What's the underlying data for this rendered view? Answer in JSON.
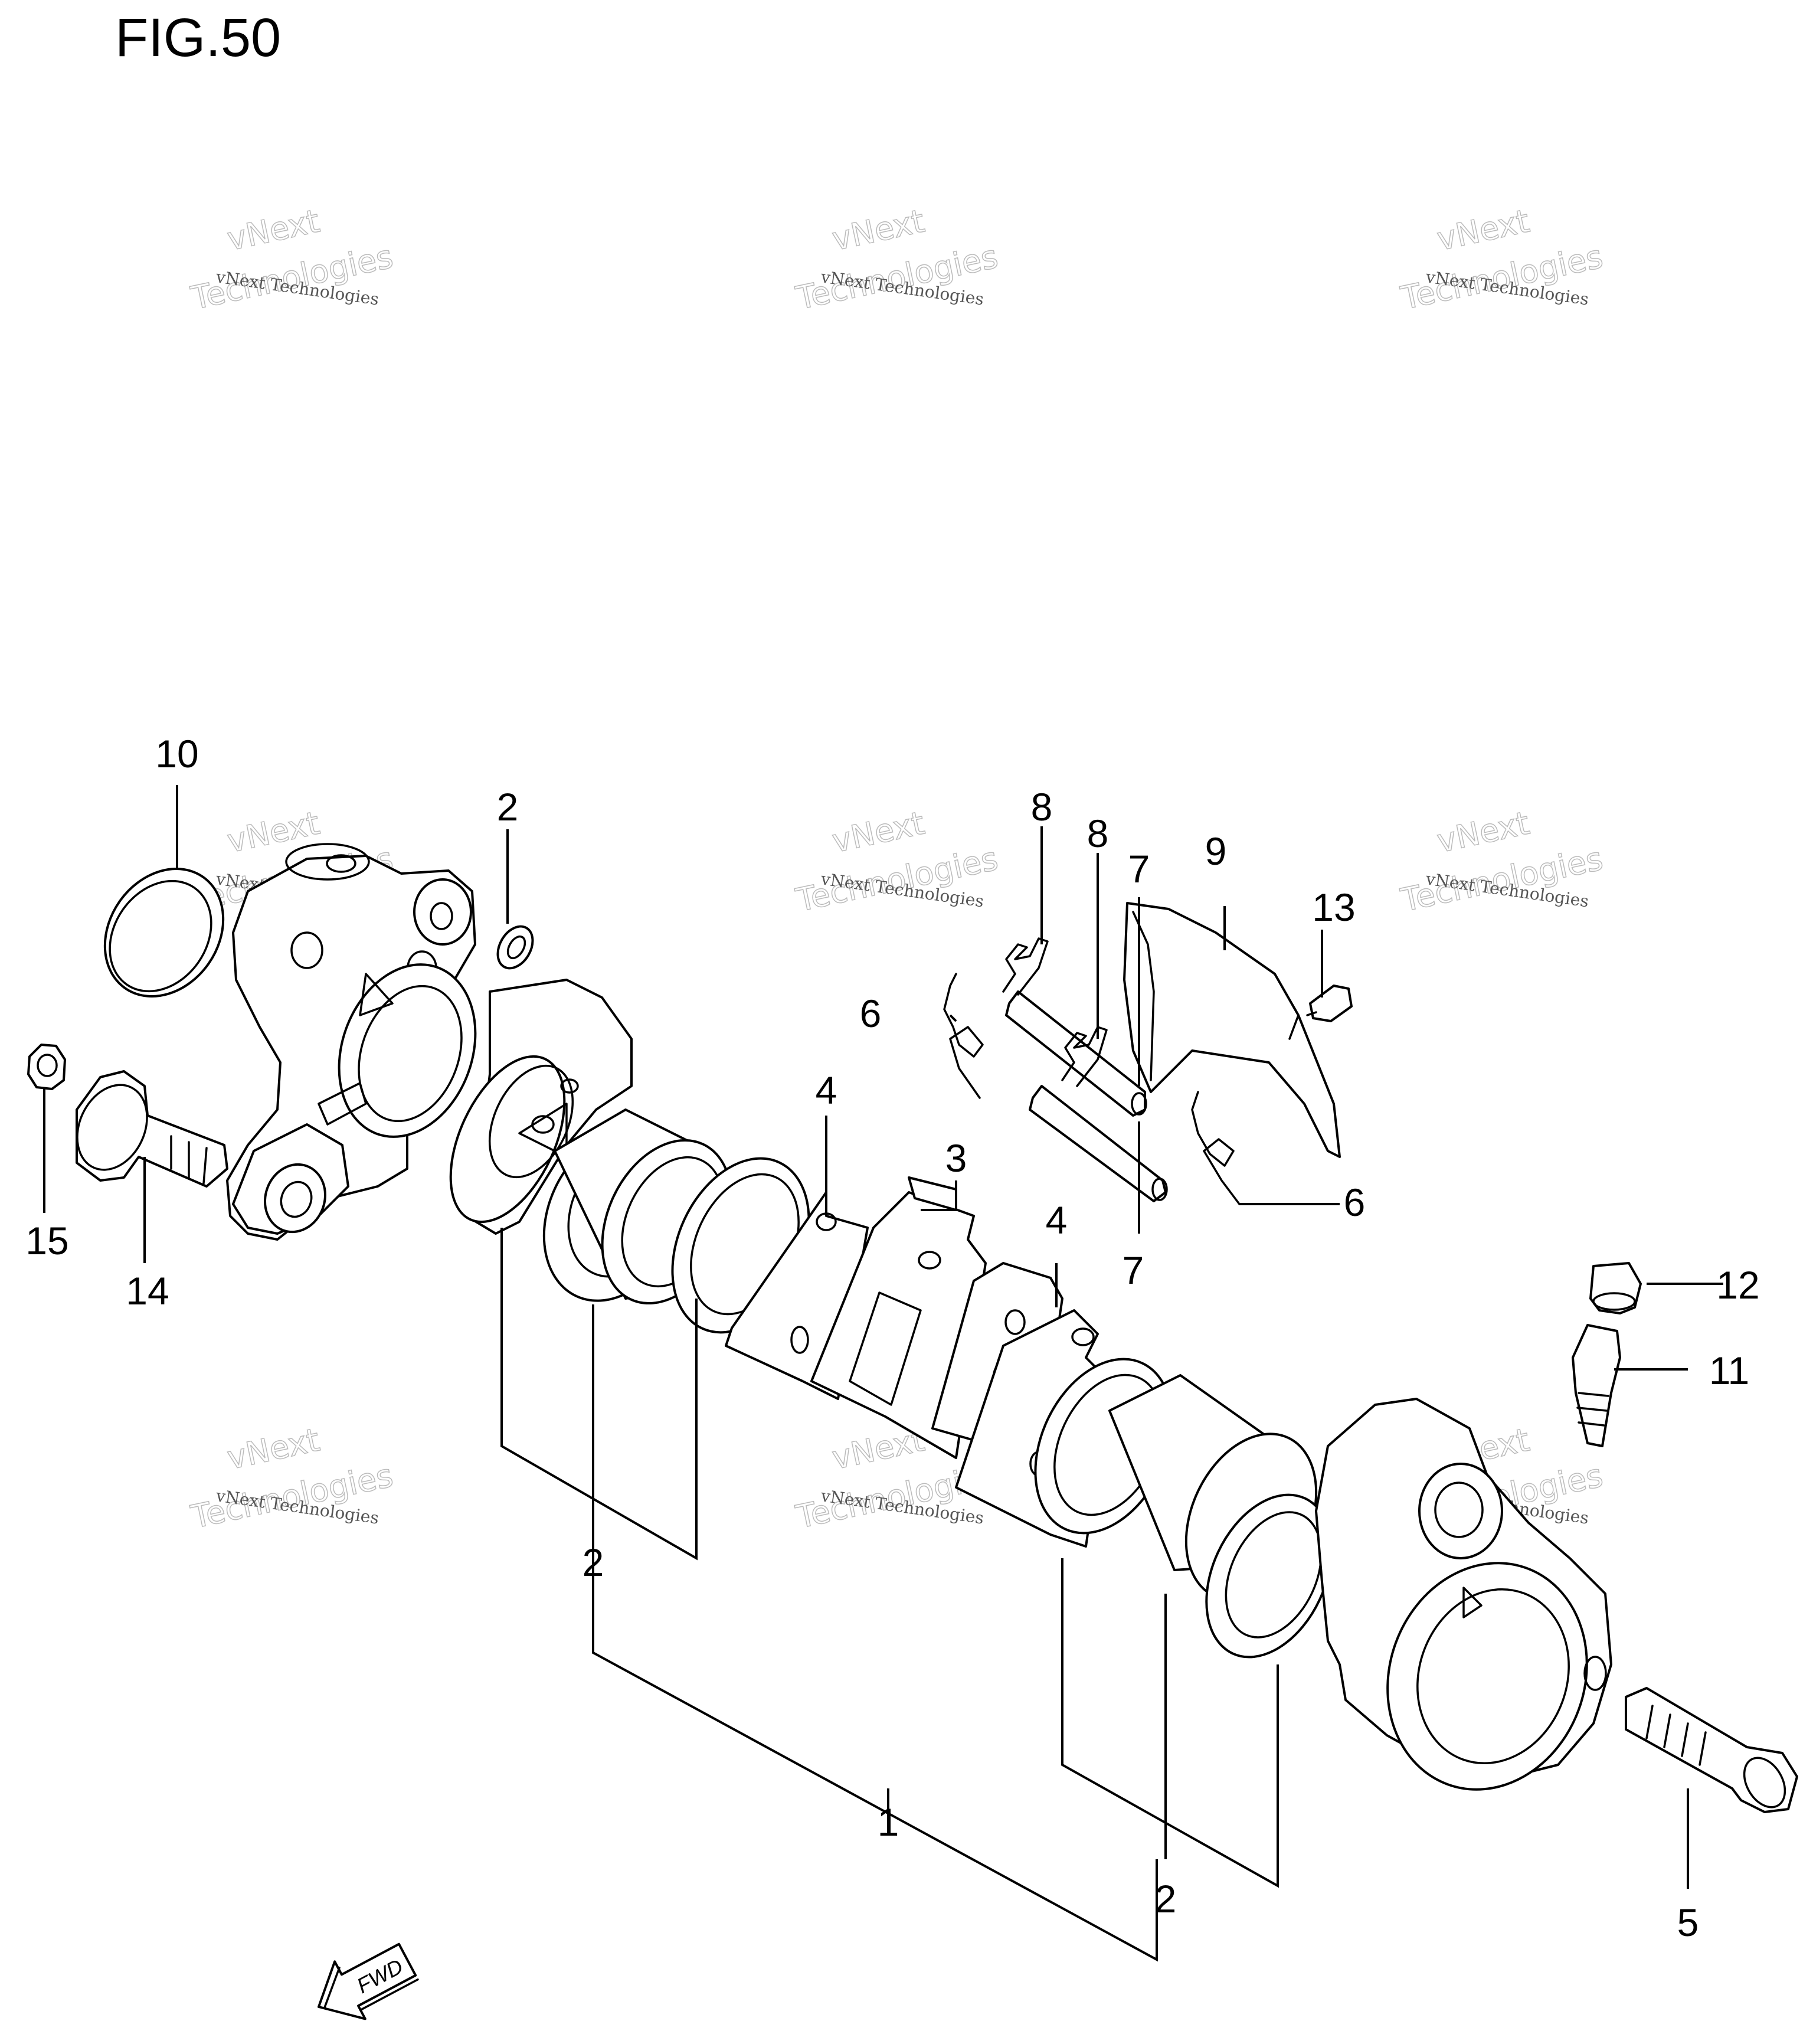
{
  "figure": {
    "title": "FIG.50"
  },
  "watermark": {
    "line1": "vNext",
    "line2": "Technologies",
    "small": "vNext Technologies"
  },
  "direction_marker": {
    "label": "FWD",
    "icon": "fwd-arrow-icon"
  },
  "callouts": {
    "c1": "1",
    "c2a": "2",
    "c2b": "2",
    "c2c": "2",
    "c3": "3",
    "c4a": "4",
    "c4b": "4",
    "c5": "5",
    "c6a": "6",
    "c6b": "6",
    "c7a": "7",
    "c7b": "7",
    "c8a": "8",
    "c8b": "8",
    "c9": "9",
    "c10": "10",
    "c11": "11",
    "c12": "12",
    "c13": "13",
    "c14": "14",
    "c15": "15"
  }
}
